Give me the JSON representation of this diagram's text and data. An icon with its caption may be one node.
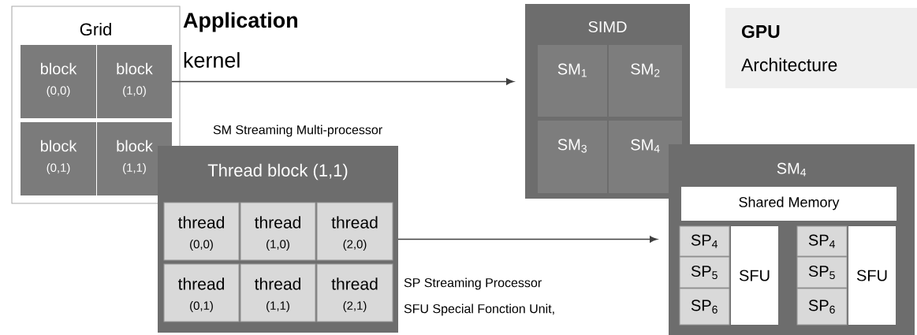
{
  "diagram": {
    "nodes": [
      {
        "text": [
          "Grid"
        ]
      },
      {
        "text": [
          "block",
          "(0,0)"
        ],
        "in": 0
      },
      {
        "text": [
          "block",
          "(1,0)"
        ],
        "in": 0
      },
      {
        "text": [
          "block",
          "(0,1)"
        ],
        "in": 0
      },
      {
        "text": [
          "block",
          "(1,1)"
        ],
        "in": 0
      },
      {
        "text": [
          "Thread block (1,1)"
        ]
      },
      {
        "text": [
          "thread",
          "(0,0)"
        ],
        "in": 5
      },
      {
        "text": [
          "thread",
          "(1,0)"
        ],
        "in": 5
      },
      {
        "text": [
          "thread",
          "(2,0)"
        ],
        "in": 5
      },
      {
        "text": [
          "thread",
          "(0,1)"
        ],
        "in": 5
      },
      {
        "text": [
          "thread",
          "(1,1)"
        ],
        "in": 5
      },
      {
        "text": [
          "thread",
          "(2,1)"
        ],
        "in": 5
      },
      {
        "text": [
          "SIMD"
        ]
      },
      {
        "text": [
          "SM$_{1}$"
        ],
        "in": 12
      },
      {
        "text": [
          "SM$_{2}$"
        ],
        "in": 12
      },
      {
        "text": [
          "SM$_{3}$"
        ],
        "in": 12
      },
      {
        "text": [
          "SM$_{4}$"
        ],
        "in": 12
      },
      {
        "text": [
          "GPU",
          "Architecture"
        ]
      },
      {
        "text": [
          "SM$_{4}$"
        ]
      },
      {
        "text": [
          "Shared Memory"
        ],
        "in": 18
      },
      {
        "text": [
          "SP$_{4}$"
        ],
        "in": 18
      },
      {
        "text": [
          "SP$_{5}$"
        ],
        "in": 18
      },
      {
        "text": [
          "SP$_{6}$"
        ],
        "in": 18
      },
      {
        "text": [
          "SFU"
        ],
        "in": 18
      },
      {
        "text": [
          "SP$_{4}$"
        ],
        "in": 18
      },
      {
        "text": [
          "SP$_{5}$"
        ],
        "in": 18
      },
      {
        "text": [
          "SP$_{6}$"
        ],
        "in": 18
      },
      {
        "text": [
          "SFU"
        ],
        "in": 18
      }
    ],
    "edges": [
      {
        "from": 2,
        "to": 12,
        "arrow": "to",
        "label": "SM Streaming Multi-processor"
      },
      {
        "from": 5,
        "to": 18,
        "arrow": "to"
      }
    ],
    "labels": [
      "Application",
      "kernel",
      "SP Streaming Processor",
      "SFU Special Fonction Unit,"
    ]
  }
}
